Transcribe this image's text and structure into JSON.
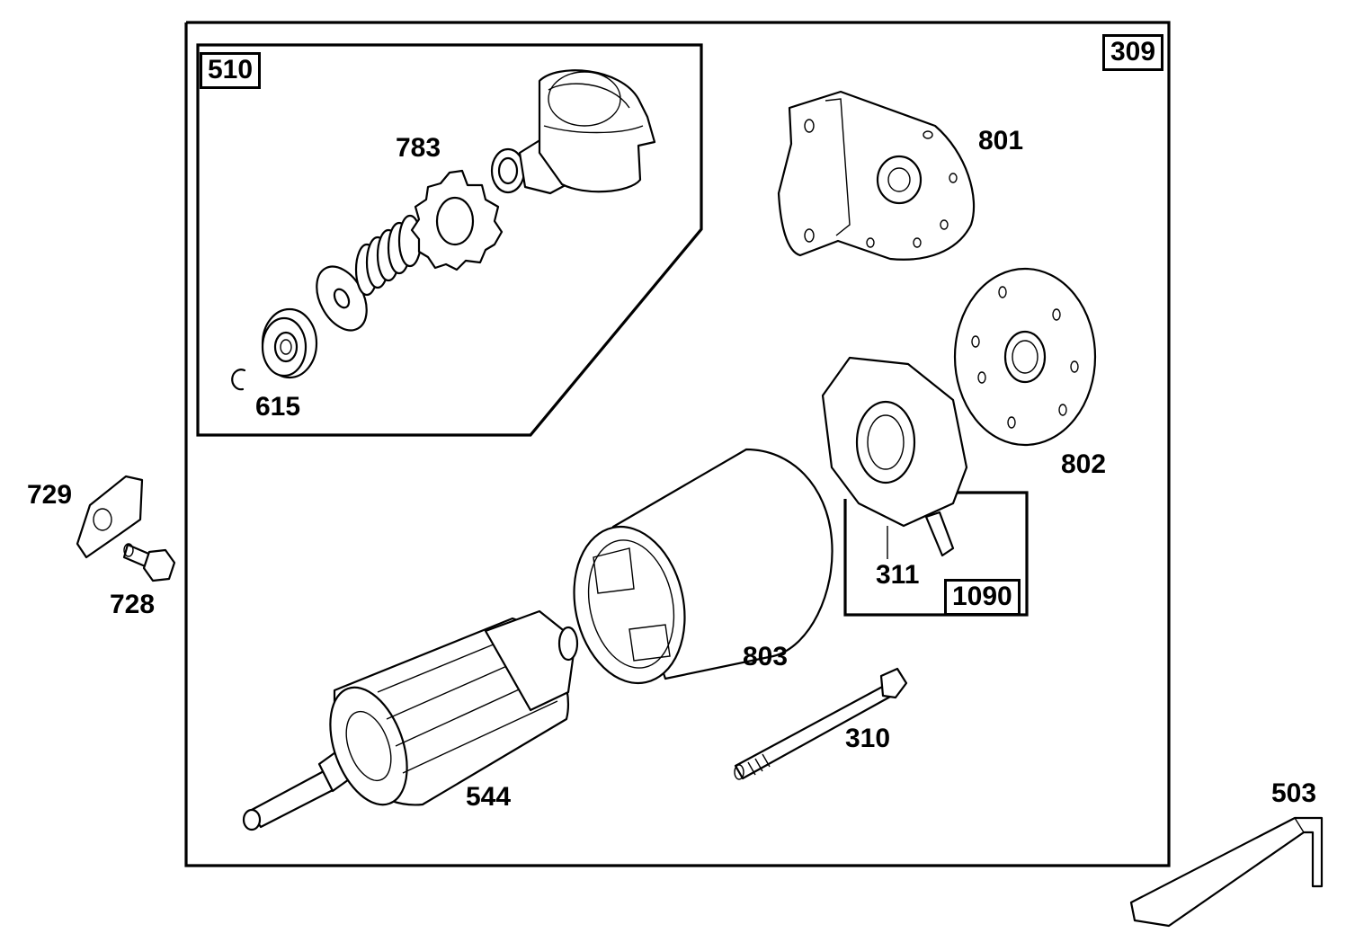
{
  "labels": {
    "l309": "309",
    "l510": "510",
    "l783": "783",
    "l615": "615",
    "l801": "801",
    "l802": "802",
    "l311": "311",
    "l1090": "1090",
    "l803": "803",
    "l310": "310",
    "l544": "544",
    "l729": "729",
    "l728": "728",
    "l503": "503"
  }
}
